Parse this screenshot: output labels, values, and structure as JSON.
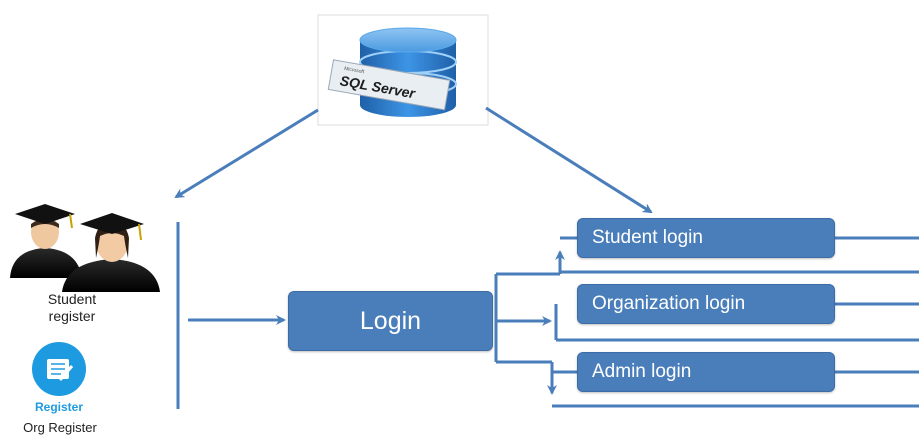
{
  "db_logo": {
    "brand": "Microsoft",
    "product": "SQL Server"
  },
  "student_register": {
    "label": "Student\nregister"
  },
  "org_register": {
    "icon_label": "Register",
    "label": "Org Register"
  },
  "login": {
    "label": "Login"
  },
  "login_types": [
    {
      "label": "Student login"
    },
    {
      "label": "Organization login"
    },
    {
      "label": "Admin login"
    }
  ],
  "colors": {
    "box_fill": "#4a7ebb",
    "arrow": "#4a7ebb",
    "db_blue": "#2b7bd0",
    "register_icon": "#1e9be0"
  }
}
